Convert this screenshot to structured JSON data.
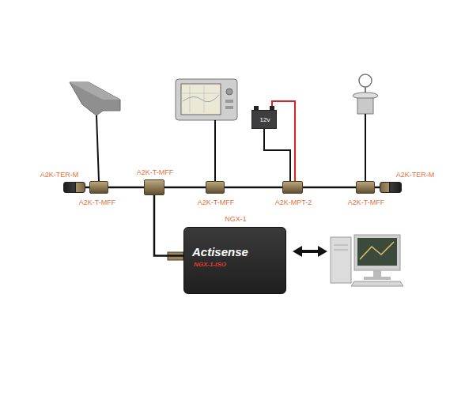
{
  "diagram": {
    "nodes": [
      {
        "text": [
          "A2K-TER-M"
        ]
      },
      {
        "text": [
          "A2K-T-MFF"
        ]
      },
      {
        "text": [
          "A2K-T-MFF"
        ]
      },
      {
        "text": [
          "A2K-T-MFF"
        ]
      },
      {
        "text": [
          "A2K-MPT-2"
        ]
      },
      {
        "text": [
          "A2K-T-MFF"
        ]
      },
      {
        "text": [
          "A2K-TER-M"
        ]
      },
      {
        "text": [
          "12v"
        ]
      },
      {
        "text": [
          "NGX-1",
          "Actisense",
          "NGX-1-ISO"
        ]
      }
    ],
    "edges": [
      {
        "from": 0,
        "to": 1,
        "arrow": "none"
      },
      {
        "from": 1,
        "to": 2,
        "arrow": "none"
      },
      {
        "from": 2,
        "to": 3,
        "arrow": "none"
      },
      {
        "from": 3,
        "to": 4,
        "arrow": "none"
      },
      {
        "from": 4,
        "to": 5,
        "arrow": "none"
      },
      {
        "from": 5,
        "to": 6,
        "arrow": "none"
      },
      {
        "from": 2,
        "to": 8,
        "arrow": "none"
      },
      {
        "from": 7,
        "to": 4,
        "arrow": "none"
      }
    ]
  }
}
